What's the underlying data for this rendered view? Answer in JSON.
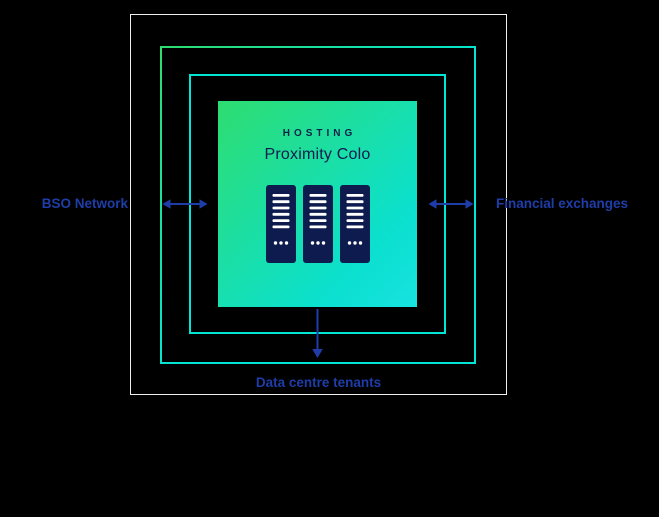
{
  "diagram": {
    "hosting_label": "HOSTING",
    "title": "Proximity Colo",
    "left_label": "BSO Network",
    "right_label": "Financial exchanges",
    "bottom_label": "Data centre tenants"
  },
  "icons": {
    "server_rack": "server-rack-icon",
    "left_connector": "double-arrow-horizontal-icon",
    "right_connector": "double-arrow-horizontal-icon",
    "bottom_connector": "arrow-down-icon"
  },
  "colors": {
    "background": "#000000",
    "outer_frame_border": "#efefef",
    "gradient_green": "#2edd70",
    "gradient_cyan": "#00e5d8",
    "inner_ring_cyan": "#00e5d6",
    "panel_text_navy": "#0d1b4e",
    "server_rack_navy": "#0d1b4e",
    "label_blue": "#1e3da8",
    "arrow_blue": "#1e3da8"
  }
}
